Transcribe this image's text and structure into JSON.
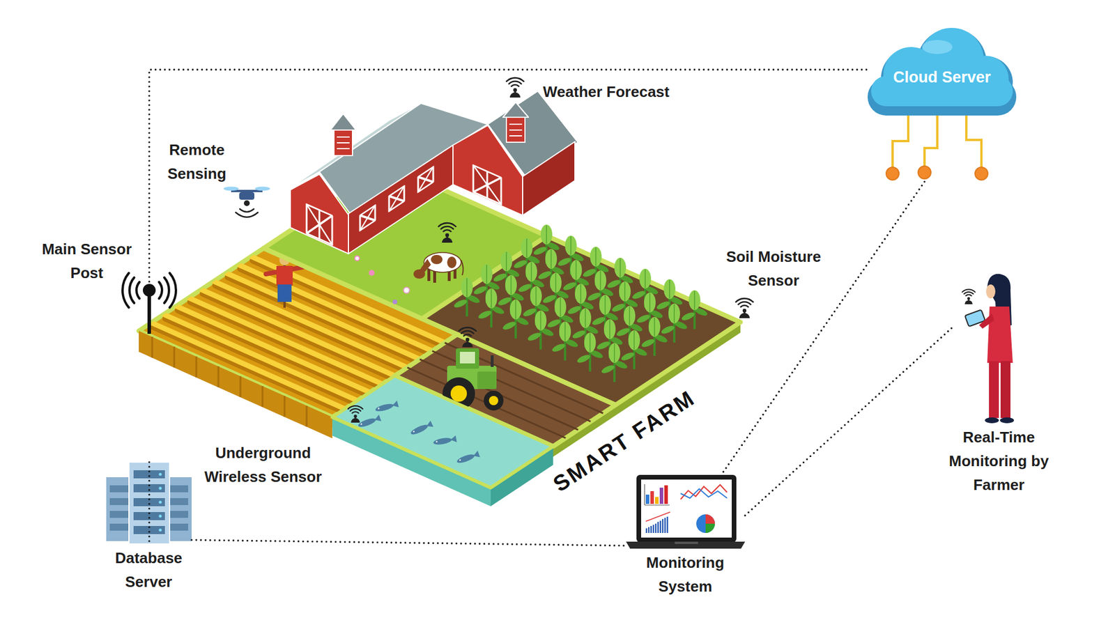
{
  "diagram": {
    "nodes": [
      {
        "text": [
          "Cloud Server"
        ]
      },
      {
        "text": [
          "Main Sensor Post"
        ]
      },
      {
        "text": [
          "Database Server"
        ]
      },
      {
        "text": [
          "Monitoring System"
        ]
      },
      {
        "text": [
          "Real-Time Monitoring by Farmer"
        ]
      }
    ],
    "edges": [
      {
        "from": 1,
        "to": 0,
        "arrow": "none"
      },
      {
        "from": 2,
        "to": 1,
        "arrow": "none"
      },
      {
        "from": 2,
        "to": 3,
        "arrow": "none"
      },
      {
        "from": 0,
        "to": 3,
        "arrow": "none"
      },
      {
        "from": 3,
        "to": 4,
        "arrow": "none"
      }
    ],
    "labels": [
      "Remote Sensing",
      "Weather Forecast",
      "Soil Moisture Sensor",
      "Underground Wireless Sensor",
      "SMART FARM"
    ]
  }
}
